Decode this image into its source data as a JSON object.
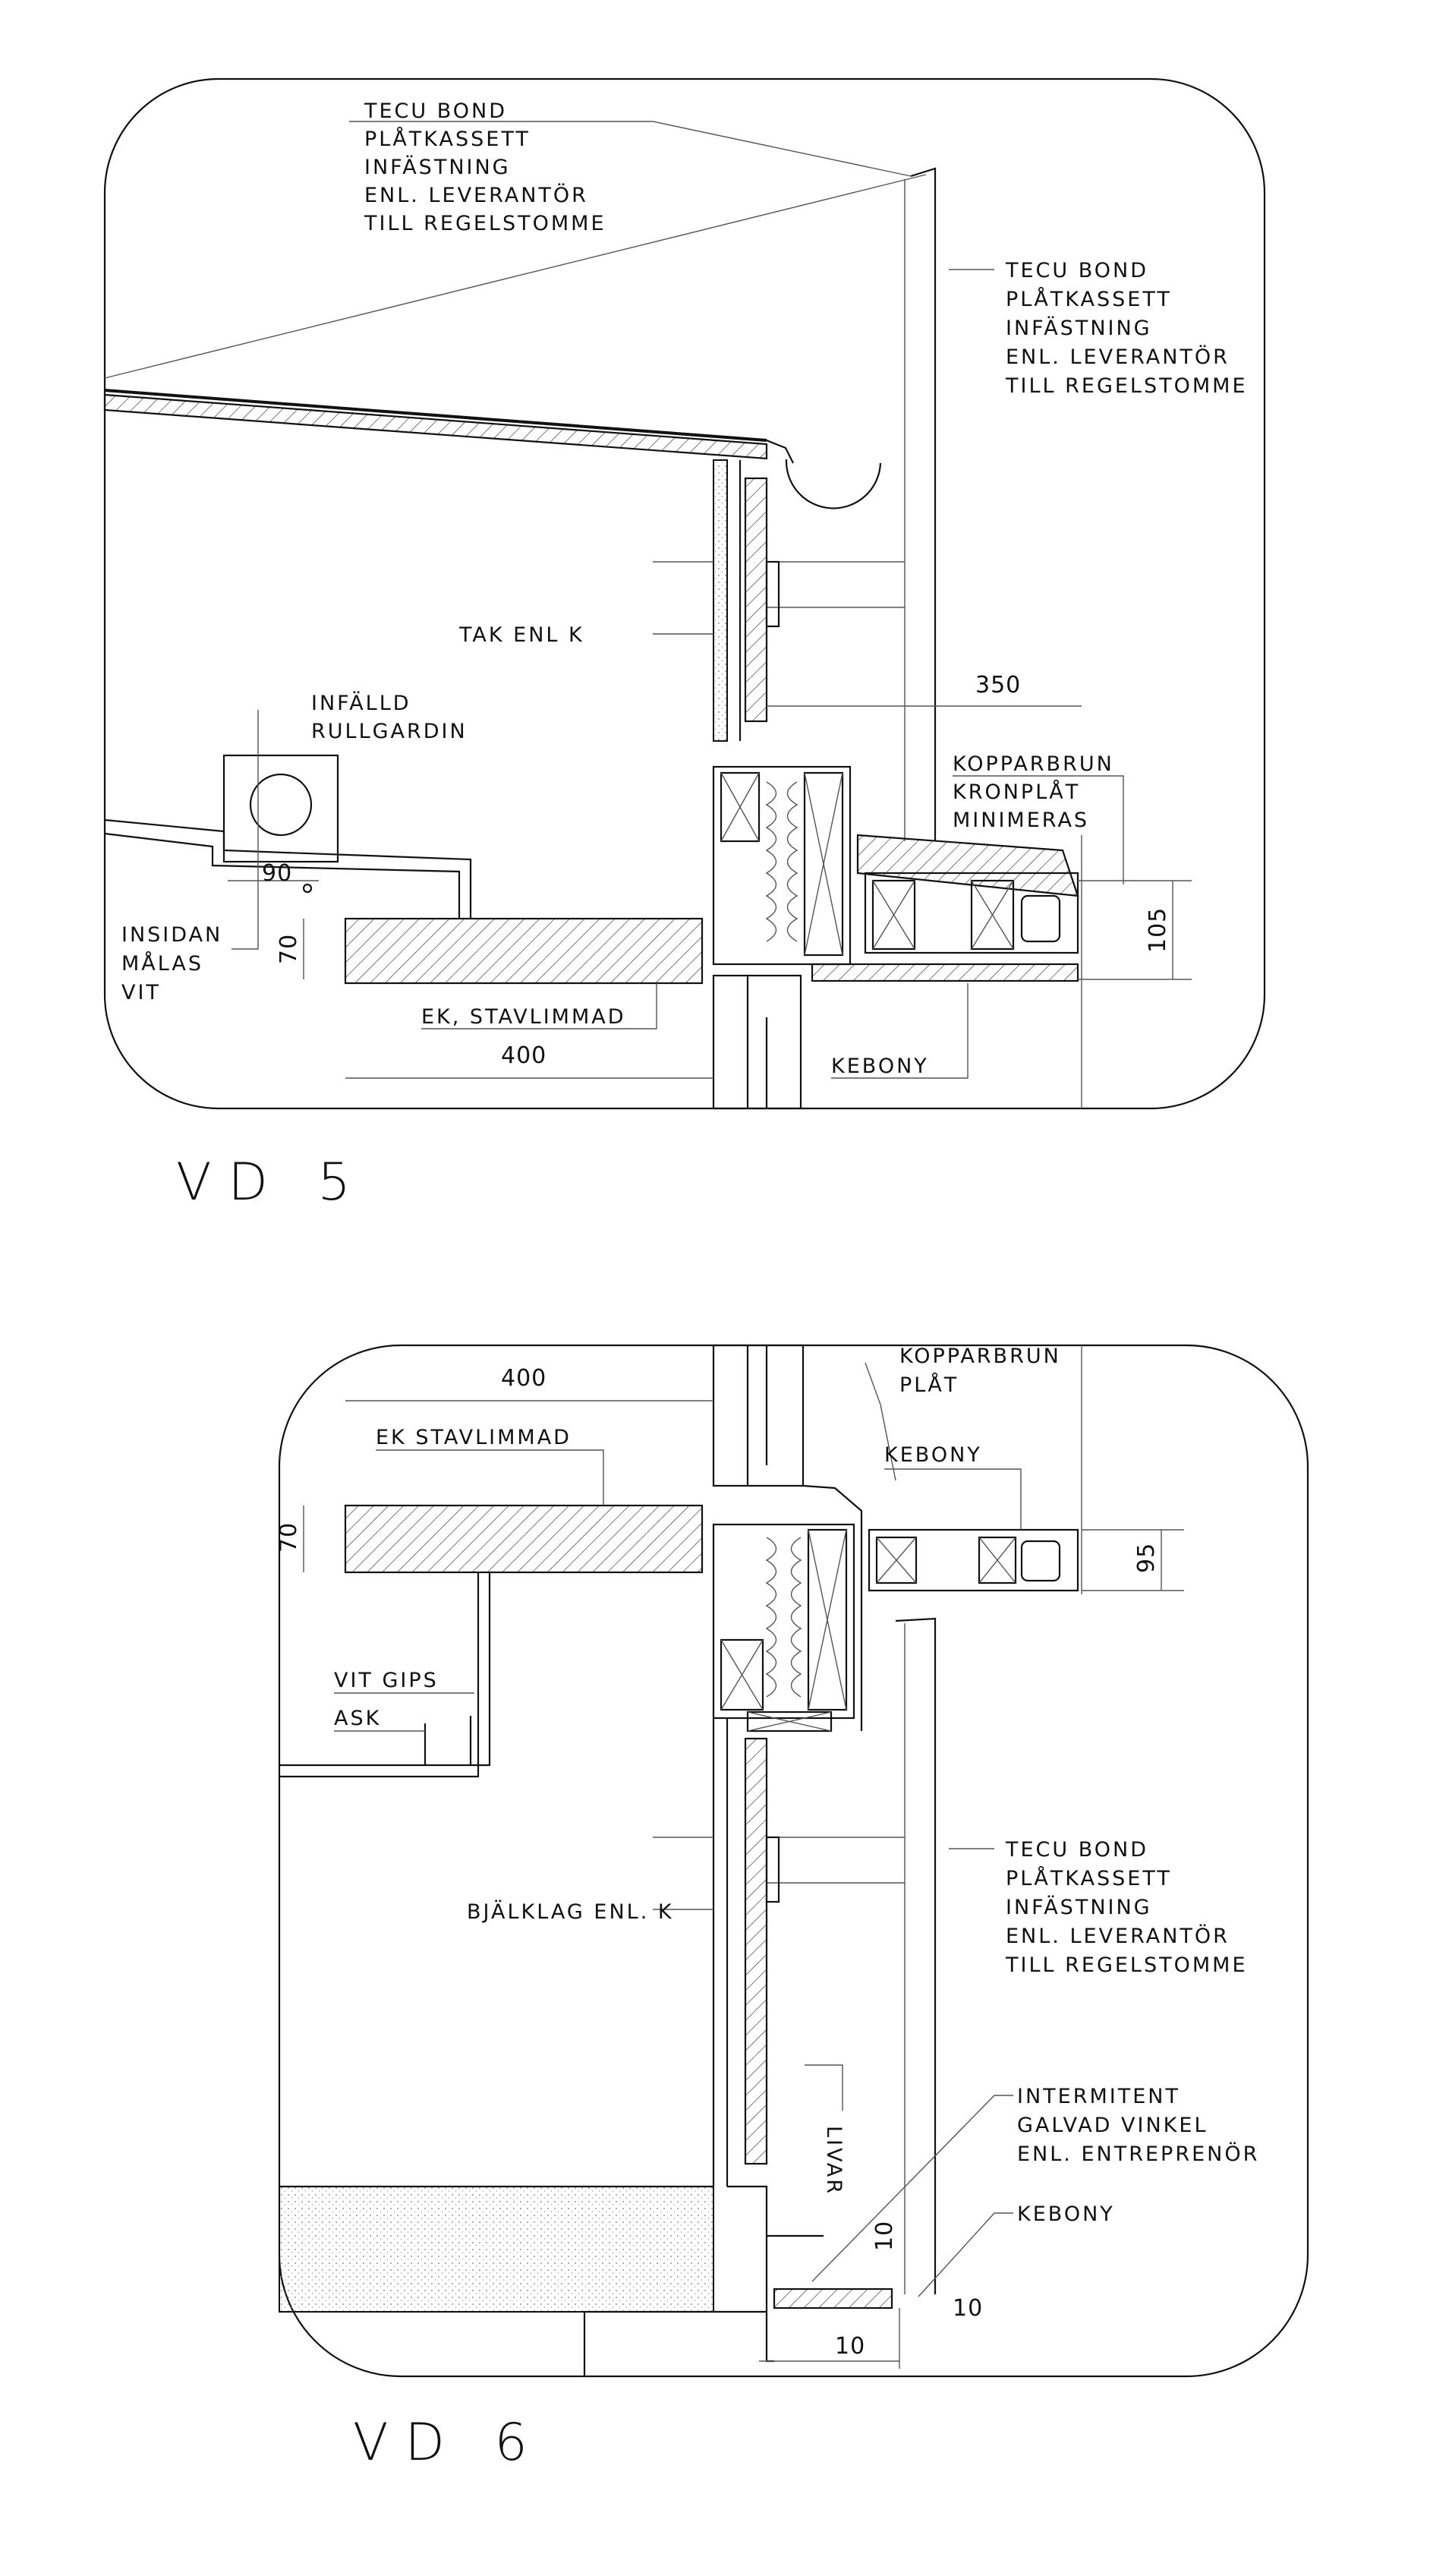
{
  "vd5": {
    "title": "VD  5",
    "label_cassette_top": [
      "TECU BOND",
      "PLÅTKASSETT",
      "INFÄSTNING",
      "ENL. LEVERANTÖR",
      "TILL  REGELSTOMME"
    ],
    "label_cassette_right": [
      "TECU BOND",
      "PLÅTKASSETT",
      "INFÄSTNING",
      "ENL.  LEVERANTÖR",
      "TILL  REGELSTOMME"
    ],
    "label_roof": "TAK ENL K",
    "label_blind": [
      "INFÄLLD",
      "RULLGARDIN"
    ],
    "label_inside": [
      "INSIDAN",
      "MÅLAS",
      "VIT"
    ],
    "label_copper": [
      "KOPPARBRUN",
      "KRONPLÅT",
      "MINIMERAS"
    ],
    "label_oak": "EK, STAVLIMMAD",
    "label_kebony": "KEBONY",
    "dim_350": "350",
    "dim_90": "90",
    "dim_70": "70",
    "dim_105": "105",
    "dim_400": "400"
  },
  "vd6": {
    "title": "VD  6",
    "dim_400": "400",
    "dim_70": "70",
    "dim_95": "95",
    "dim_10a": "10",
    "dim_10b": "10",
    "dim_10c": "10",
    "label_oak": "EK STAVLIMMAD",
    "label_copper": [
      "KOPPARBRUN",
      "PLÅT"
    ],
    "label_kebony_top": "KEBONY",
    "label_gips": "VIT GIPS",
    "label_ask": "ASK",
    "label_beam": "BJÄLKLAG ENL. K",
    "label_cassette": [
      "TECU BOND",
      "PLÅTKASSETT",
      "INFÄSTNING",
      "ENL.  LEVERANTÖR",
      "TILL  REGELSTOMME"
    ],
    "label_livar": "LIVAR",
    "label_angle": [
      "INTERMITENT",
      "GALVAD VINKEL",
      "ENL.   ENTREPRENÖR"
    ],
    "label_kebony_bottom": "KEBONY"
  }
}
